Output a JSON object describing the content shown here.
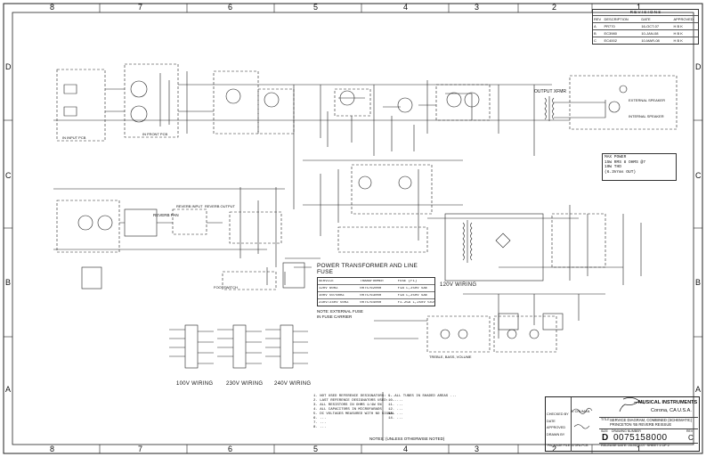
{
  "zones_top": [
    "8",
    "7",
    "6",
    "5",
    "4",
    "3",
    "2",
    "1"
  ],
  "zones_bottom": [
    "8",
    "7",
    "6",
    "5",
    "4",
    "3",
    "2",
    "1"
  ],
  "zones_side": [
    "D",
    "C",
    "B",
    "A"
  ],
  "revisions": {
    "title": "R E V I S I O N S",
    "headers": [
      "REV",
      "DESCRIPTION",
      "DATE",
      "APPROVED"
    ],
    "rows": [
      [
        "A",
        "PR770",
        "16-OCT-07",
        "H B K"
      ],
      [
        "B",
        "EC3980",
        "10-JAN-08",
        "H B K"
      ],
      [
        "C",
        "EC4002",
        "10-MAR-08",
        "H B K"
      ]
    ]
  },
  "max_power": {
    "title": "MAX POWER",
    "lines": [
      "15W RMS 8 OHMS @7",
      "10W THD",
      "(6.3Vrms OUT)"
    ]
  },
  "power_transformer": {
    "title": "POWER TRANSFORMER AND LINE FUSE",
    "headers": [
      "SERVICE",
      "TRANSFORMER",
      "FUSE (F1)"
    ],
    "rows": [
      [
        "120V 60HZ",
        "0075762000",
        "F1A L,250V SAE"
      ],
      [
        "100V 50/60HZ",
        "0075763000",
        "F1A L,250V SAE"
      ],
      [
        "230V/240V 50HZ",
        "0075764000",
        "F1.25A L,250V 5x20"
      ]
    ],
    "note_lines": [
      "NOTE: EXTERNAL FUSE",
      "IN FUSE CARRIER"
    ]
  },
  "wiring_labels": {
    "w120": "120V WIRING",
    "w100": "100V WIRING",
    "w230": "230V WIRING",
    "w240": "240V WIRING"
  },
  "section_labels": {
    "output": "OUTPUT XFMR",
    "reverb": "REVERB PAN",
    "reverb_in": "REVERB INPUT",
    "reverb_out": "REVERB OUTPUT",
    "ext_speaker": "EXTERNAL SPEAKER",
    "int_speaker": "INTERNAL SPEAKER",
    "treble": "TREBLE, BASS, VOLUME",
    "footswitch": "FOOTSWITCH",
    "in_front": "IN FRONT PCB",
    "inputs": "IN INPUT PCB"
  },
  "notes": {
    "left": [
      "1. NOT USED REFERENCE DESIGNATORS: ...",
      "2. LAST REFERENCE DESIGNATORS USED: ...",
      "3. ALL RESISTORS IN OHMS 1/4W 5%",
      "4. ALL CAPACITORS IN MICROFARADS",
      "5. DC VOLTAGES MEASURED WITH NO SIGNAL",
      "6. ...",
      "7. ...",
      "8. ..."
    ],
    "right": [
      "9. ALL TUBES IN SHADED AREAS ...",
      "10. ...",
      "11. ...",
      "12. ...",
      "13. ...",
      "14. ..."
    ],
    "footer": "NOTES: (UNLESS OTHERWISE NOTED)"
  },
  "title_block": {
    "company": "MUSICAL INSTRUMENTS",
    "location": "Corona, CA  U.S.A.",
    "title_label": "TITLE",
    "title_line1": "SERVICE DIAGRAM, COMBINED (SCHEMATIC)",
    "title_line2": "PRINCETON '65 REVERB REISSUE",
    "size_label": "SIZE",
    "size": "D",
    "drawing_label": "DRAWING NUMBER",
    "drawing_number": "0075158000",
    "rev_label": "REV",
    "rev": "C",
    "drawn_label": "DRAWN BY",
    "drawn": "A. CRUMAN",
    "checked_label": "CHECKED BY",
    "approved_label": "APPROVED",
    "date_label": "DATE",
    "release_label": "RELEASE DATE",
    "release": "26-NOV-07",
    "sheet": "SHEET 1 OF 2",
    "file_label": "PACKAGE FILE",
    "file": "075PA.PCB"
  }
}
